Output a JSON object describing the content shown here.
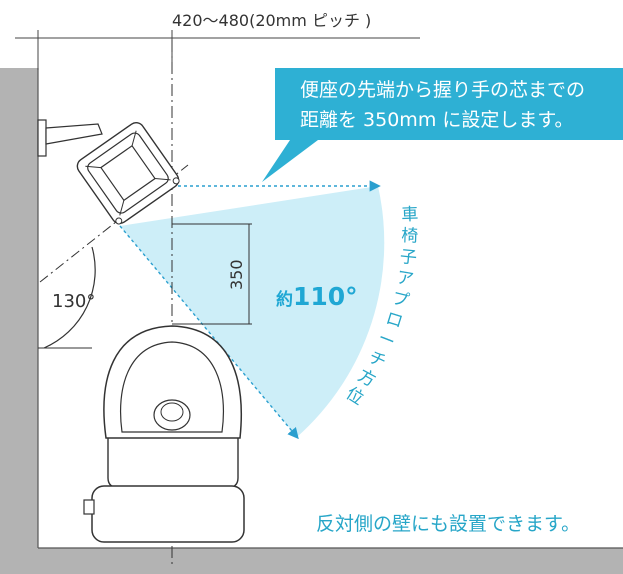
{
  "dimension_top": "420〜480(20mm ピッチ )",
  "callout": {
    "line1": "便座の先端から握り手の芯までの",
    "line2": "距離を 350mm に設定します。"
  },
  "dimension_350": "350",
  "angle_wall": "130°",
  "angle_swing": {
    "prefix": "約",
    "value": "110°"
  },
  "approach_label": [
    "車",
    "椅",
    "子",
    "ア",
    "プ",
    "ロ",
    "ー",
    "チ",
    "方",
    "位"
  ],
  "bottom_note": "反対側の壁にも設置できます。",
  "colors": {
    "wall": "#b3b3b3",
    "callout_bg": "#2eb0d4",
    "swing_fill": "#cdeef8",
    "accent_blue": "#1fa7d4",
    "text_blue": "#27a6c8"
  }
}
